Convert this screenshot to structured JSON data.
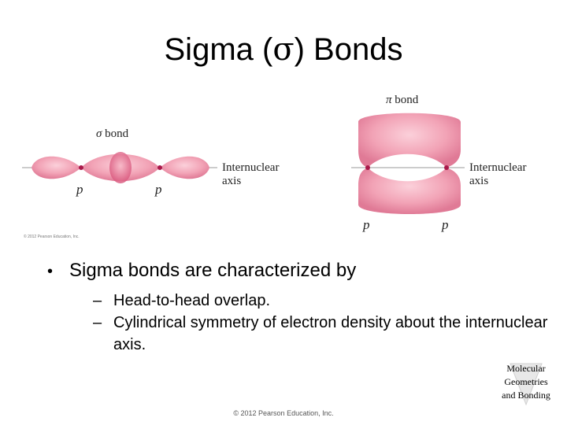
{
  "slide": {
    "title_prefix": "Sigma (",
    "title_symbol": "σ",
    "title_suffix": ") Bonds"
  },
  "figure": {
    "sigma_label_symbol": "σ",
    "sigma_label_text": " bond",
    "pi_label_symbol": "π",
    "pi_label_text": " bond",
    "axis_label_line1": "Internuclear",
    "axis_label_line2": "axis",
    "orbital_p": "p",
    "figure_copyright": "© 2012 Pearson Education, Inc."
  },
  "bullets": {
    "main": "Sigma bonds are characterized by",
    "subs": [
      "Head-to-head overlap.",
      "Cylindrical symmetry of electron density about the internuclear axis."
    ]
  },
  "corner": {
    "line1": "Molecular",
    "line2": "Geometries",
    "line3": "and Bonding"
  },
  "footer": {
    "copyright": "© 2012 Pearson Education, Inc."
  },
  "colors": {
    "lobe_fill": "#f2a3b6",
    "lobe_dark": "#e07a96",
    "nucleus": "#a8194a"
  }
}
